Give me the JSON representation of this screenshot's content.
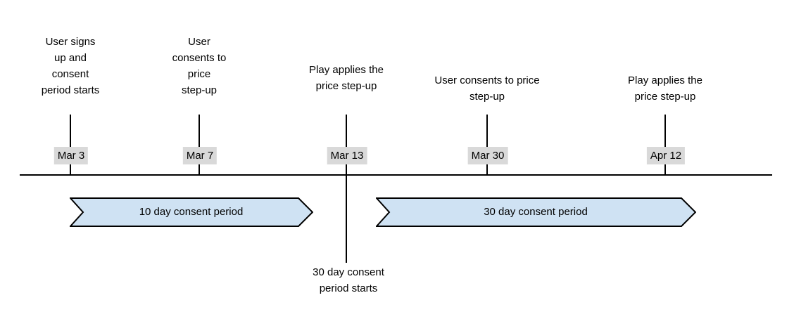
{
  "colors": {
    "banner_fill": "#cfe2f3",
    "banner_stroke": "#000000",
    "date_label_bg": "#d9d9d9",
    "line": "#000000"
  },
  "timeline": {
    "events": [
      {
        "description": "User signs\nup and\nconsent\nperiod starts",
        "date": "Mar 3"
      },
      {
        "description": "User\nconsents to\nprice\nstep-up",
        "date": "Mar 7"
      },
      {
        "description": "Play applies the\nprice step-up",
        "date": "Mar 13"
      },
      {
        "description": "User consents to price\nstep-up",
        "date": "Mar 30"
      },
      {
        "description": "Play applies the\nprice step-up",
        "date": "Apr 12"
      }
    ],
    "periods": [
      {
        "label": "10 day consent period"
      },
      {
        "label": "30 day consent period"
      }
    ],
    "annotation": "30 day consent\nperiod starts"
  }
}
